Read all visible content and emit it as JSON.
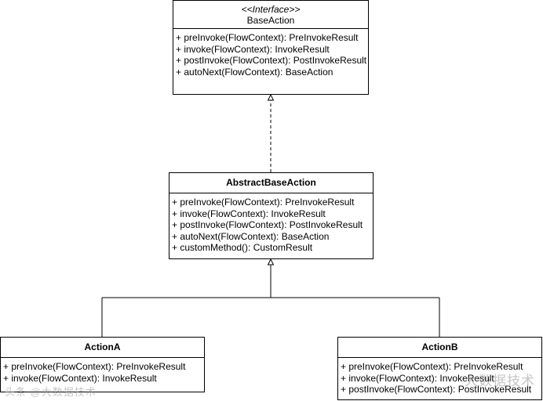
{
  "classes": {
    "base_action": {
      "stereotype": "<<Interface>>",
      "name": "BaseAction",
      "methods": [
        "+ preInvoke(FlowContext): PreInvokeResult",
        "+ invoke(FlowContext): InvokeResult",
        "+ postInvoke(FlowContext): PostInvokeResult",
        "+ autoNext(FlowContext): BaseAction"
      ]
    },
    "abstract_base_action": {
      "name": "AbstractBaseAction",
      "methods": [
        "+ preInvoke(FlowContext): PreInvokeResult",
        "+ invoke(FlowContext): InvokeResult",
        "+ postInvoke(FlowContext): PostInvokeResult",
        "+ autoNext(FlowContext): BaseAction",
        "+ customMethod(): CustomResult"
      ]
    },
    "action_a": {
      "name": "ActionA",
      "methods": [
        "+ preInvoke(FlowContext): PreInvokeResult",
        "+ invoke(FlowContext): InvokeResult"
      ]
    },
    "action_b": {
      "name": "ActionB",
      "methods": [
        "+ preInvoke(FlowContext): PreInvokeResult",
        "+ invoke(FlowContext): InvokeResult",
        "+ postInvoke(FlowContext): PostInvokeResult"
      ]
    }
  },
  "relations": [
    {
      "type": "realization",
      "from": "AbstractBaseAction",
      "to": "BaseAction"
    },
    {
      "type": "generalization",
      "from": "ActionA",
      "to": "AbstractBaseAction"
    },
    {
      "type": "generalization",
      "from": "ActionB",
      "to": "AbstractBaseAction"
    }
  ],
  "watermarks": {
    "left": "头条 @大数据技术",
    "right": "大数据技术"
  }
}
